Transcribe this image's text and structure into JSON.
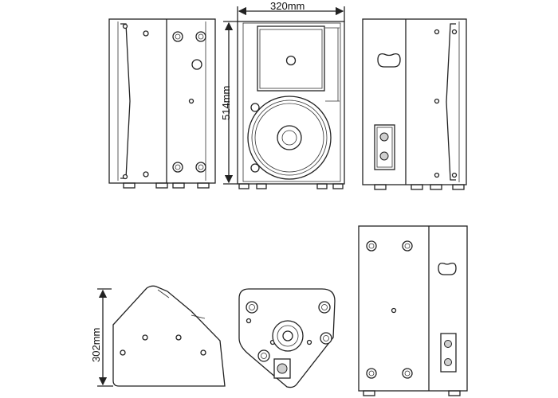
{
  "dimensions": {
    "width_label": "320mm",
    "height_label": "514mm",
    "depth_label": "302mm"
  }
}
